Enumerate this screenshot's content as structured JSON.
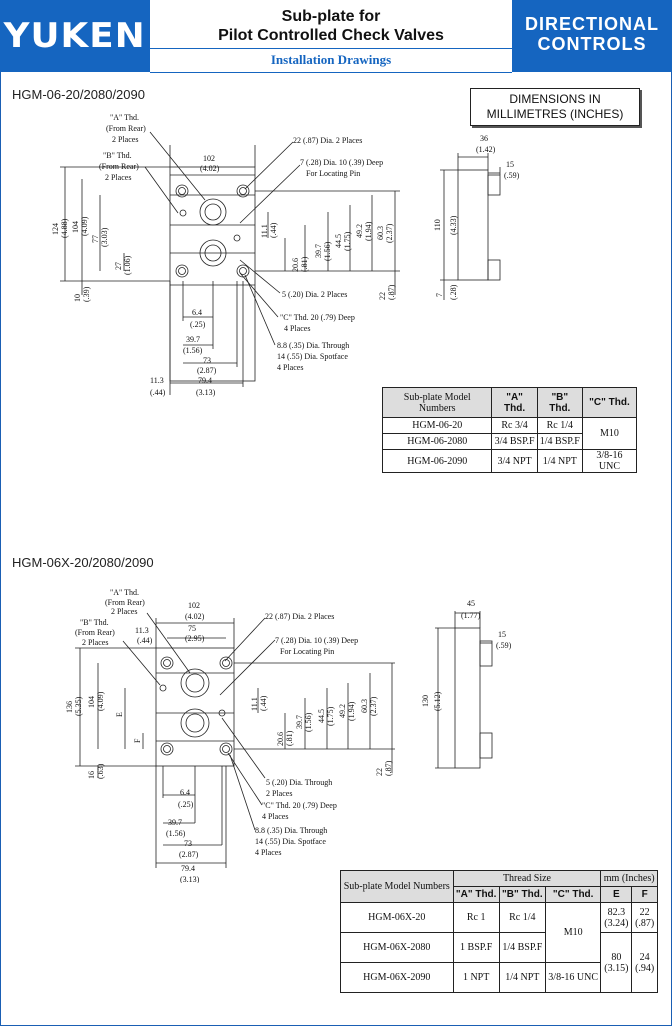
{
  "header": {
    "brand": "YUKEN",
    "title_line1": "Sub-plate for",
    "title_line2": "Pilot Controlled Check Valves",
    "subtitle": "Installation Drawings",
    "category_line1": "DIRECTIONAL",
    "category_line2": "CONTROLS"
  },
  "units_box": {
    "line1": "DIMENSIONS IN",
    "line2": "MILLIMETRES (INCHES)"
  },
  "section1": {
    "title": "HGM-06-20/2080/2090",
    "labels": {
      "a_thd": "\"A\" Thd.",
      "a_from_rear": "(From Rear)",
      "a_places": "2 Places",
      "b_thd": "\"B\" Thd.",
      "b_from_rear": "(From Rear)",
      "b_places": "2 Places",
      "dia22": "22 (.87) Dia. 2 Places",
      "dia7": "7 (.28) Dia. 10 (.39) Deep",
      "locating": "For Locating Pin",
      "dia5": "5 (.20) Dia. 2 Places",
      "c_thd": "\"C\" Thd. 20 (.79) Deep",
      "c_places": "4 Places",
      "through": "8.8 (.35) Dia. Through",
      "spotface": "14 (.55) Dia. Spotface",
      "through_places": "4 Places"
    },
    "dims": {
      "w102": "102",
      "w102i": "(4.02)",
      "h124": "124",
      "h124i": "(4.88)",
      "h104": "104",
      "h104i": "(4.09)",
      "h77": "77",
      "h77i": "(3.03)",
      "h27": "27",
      "h27i": "(1.06)",
      "h10": "10",
      "h10i": "(.39)",
      "v11": "11.1",
      "v11i": "(.44)",
      "v397": "39.7",
      "v397i": "(1.56)",
      "v445": "44.5",
      "v445i": "(1.75)",
      "v492": "49.2",
      "v492i": "(1.94)",
      "v603": "60.3",
      "v603i": "(2.37)",
      "v206": "20.6",
      "v206i": "(.81)",
      "v22": "22",
      "v22i": "(.87)",
      "b64": "6.4",
      "b64i": "(.25)",
      "b397": "39.7",
      "b397i": "(1.56)",
      "b73": "73",
      "b73i": "(2.87)",
      "b113": "11.3",
      "b113i": "(.44)",
      "b794": "79.4",
      "b794i": "(3.13)",
      "s36": "36",
      "s36i": "(1.42)",
      "s15": "15",
      "s15i": "(.59)",
      "s110": "110",
      "s110i": "(4.33)",
      "s7": "7",
      "s7i": "(.28)"
    },
    "table": {
      "headers": [
        "Sub-plate Model Numbers",
        "\"A\" Thd.",
        "\"B\" Thd.",
        "\"C\" Thd."
      ],
      "rows": [
        [
          "HGM-06-20",
          "Rc 3/4",
          "Rc 1/4",
          "M10"
        ],
        [
          "HGM-06-2080",
          "3/4 BSP.F",
          "1/4 BSP.F",
          ""
        ],
        [
          "HGM-06-2090",
          "3/4 NPT",
          "1/4 NPT",
          "3/8-16 UNC"
        ]
      ]
    }
  },
  "section2": {
    "title": "HGM-06X-20/2080/2090",
    "labels": {
      "a_thd": "\"A\" Thd.",
      "a_from_rear": "(From Rear)",
      "a_places": "2 Places",
      "b_thd": "\"B\" Thd.",
      "b_from_rear": "(From Rear)",
      "b_places": "2 Places",
      "dia22": "22 (.87) Dia. 2 Places",
      "dia7": "7 (.28) Dia. 10 (.39) Deep",
      "locating": "For Locating Pin",
      "dia5": "5 (.20) Dia. Through",
      "dia5_places": "2 Places",
      "c_thd": "\"C\" Thd. 20 (.79) Deep",
      "c_places": "4 Places",
      "through": "8.8 (.35) Dia. Through",
      "spotface": "14 (.55) Dia. Spotface",
      "through_places": "4 Places",
      "e": "E",
      "f": "F"
    },
    "dims": {
      "w102": "102",
      "w102i": "(4.02)",
      "w75": "75",
      "w75i": "(2.95)",
      "w113": "11.3",
      "w113i": "(.44)",
      "h136": "136",
      "h136i": "(5.35)",
      "h104": "104",
      "h104i": "(4.09)",
      "h16": "16",
      "h16i": "(.63)",
      "v11": "11.1",
      "v11i": "(.44)",
      "v397": "39.7",
      "v397i": "(1.56)",
      "v445": "44.5",
      "v445i": "(1.75)",
      "v492": "49.2",
      "v492i": "(1.94)",
      "v603": "60.3",
      "v603i": "(2.37)",
      "v206": "20.6",
      "v206i": "(.81)",
      "v22": "22",
      "v22i": "(.87)",
      "b64": "6.4",
      "b64i": "(.25)",
      "b397": "39.7",
      "b397i": "(1.56)",
      "b73": "73",
      "b73i": "(2.87)",
      "b794": "79.4",
      "b794i": "(3.13)",
      "s45": "45",
      "s45i": "(1.77)",
      "s15": "15",
      "s15i": "(.59)",
      "s130": "130",
      "s130i": "(5.12)"
    },
    "table": {
      "h_model": "Sub-plate Model Numbers",
      "h_thread": "Thread Size",
      "h_mm": "mm (Inches)",
      "h_a": "\"A\" Thd.",
      "h_b": "\"B\" Thd.",
      "h_c": "\"C\" Thd.",
      "h_e": "E",
      "h_f": "F",
      "r1": {
        "model": "HGM-06X-20",
        "a": "Rc 1",
        "b": "Rc 1/4",
        "c": "M10",
        "e1": "82.3",
        "e2": "(3.24)",
        "f1": "22",
        "f2": "(.87)"
      },
      "r2": {
        "model": "HGM-06X-2080",
        "a": "1 BSP.F",
        "b": "1/4 BSP.F",
        "e1": "80",
        "e2": "(3.15)",
        "f1": "24",
        "f2": "(.94)"
      },
      "r3": {
        "model": "HGM-06X-2090",
        "a": "1 NPT",
        "b": "1/4 NPT",
        "c": "3/8-16 UNC"
      }
    }
  }
}
